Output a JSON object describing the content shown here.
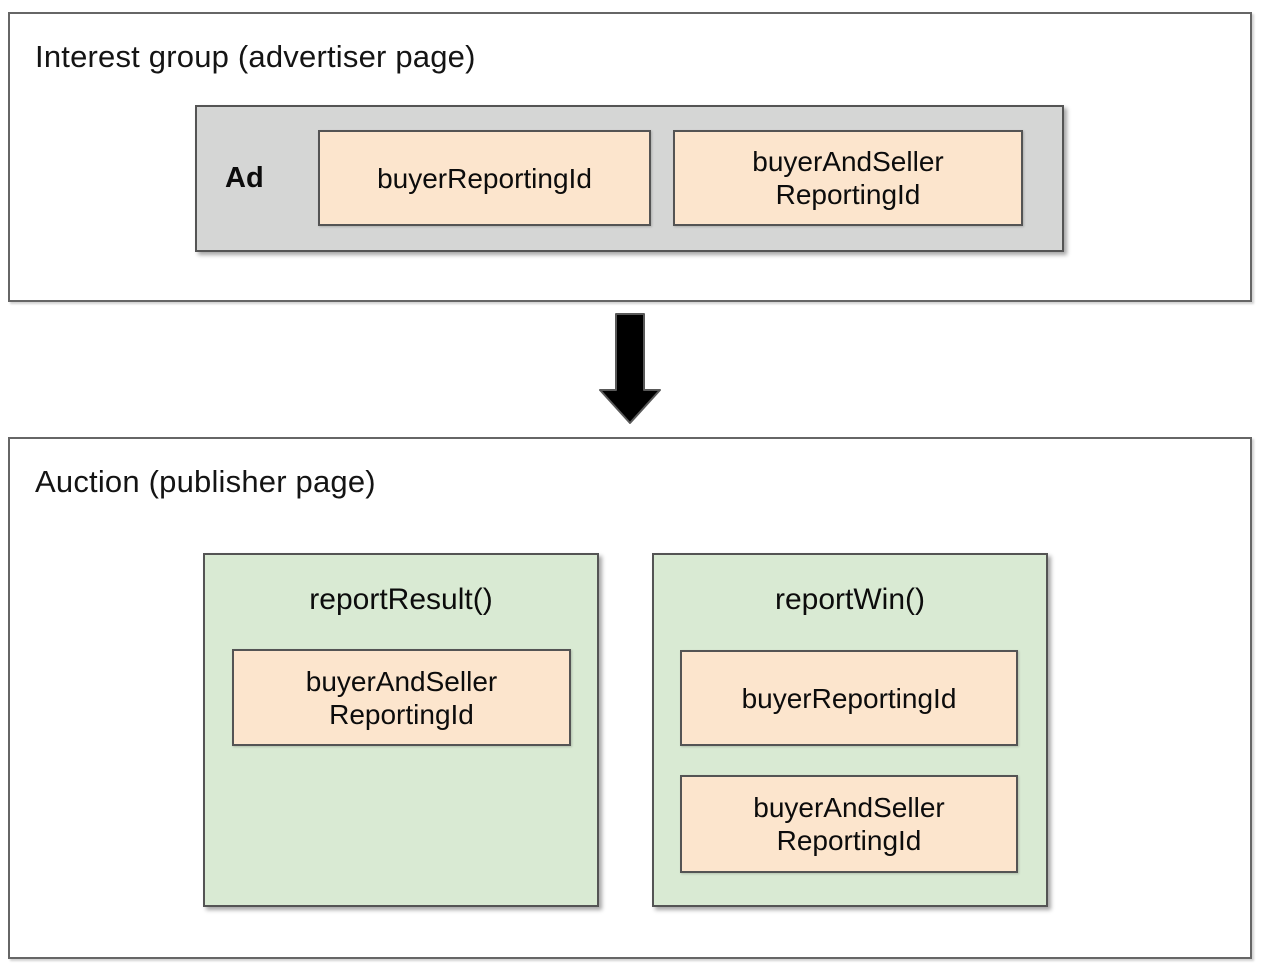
{
  "colors": {
    "background": "#ffffff",
    "frame_border": "#666666",
    "inner_border": "#545454",
    "ad_box_fill": "#d5d6d5",
    "function_box_fill": "#d9ead3",
    "chip_fill": "#fce5cd",
    "arrow_fill": "#000000",
    "text": "#0c0c0c"
  },
  "sections": {
    "interest_group": {
      "title": "Interest group (advertiser page)",
      "ad": {
        "label": "Ad",
        "chips": [
          "buyerReportingId",
          "buyerAndSeller\nReportingId"
        ]
      }
    },
    "auction": {
      "title": "Auction (publisher page)",
      "functions": [
        {
          "name": "reportResult()",
          "chips": [
            "buyerAndSeller\nReportingId"
          ]
        },
        {
          "name": "reportWin()",
          "chips": [
            "buyerReportingId",
            "buyerAndSeller\nReportingId"
          ]
        }
      ]
    }
  },
  "arrow": {
    "meaning": "flow from interest group to auction"
  }
}
